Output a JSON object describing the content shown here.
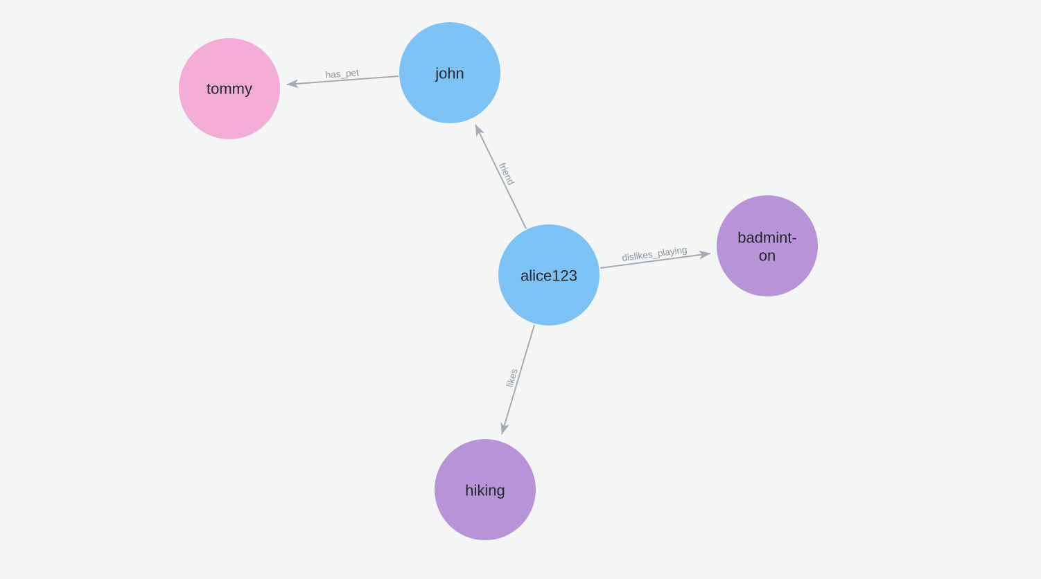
{
  "canvas": {
    "background": "#f4f5f5"
  },
  "colors": {
    "person_node": "#7dc2f5",
    "pet_node": "#f3acd6",
    "topic_node": "#b794d7",
    "edge": "#a7aab4",
    "edge_label": "#8e929c",
    "node_label": "#24272d"
  },
  "graph": {
    "nodes": [
      {
        "id": "tommy",
        "label": "tommy"
      },
      {
        "id": "john",
        "label": "john"
      },
      {
        "id": "alice123",
        "label": "alice123"
      },
      {
        "id": "badminton",
        "label": "badminton",
        "display_lines": [
          "badmint-",
          "on"
        ]
      },
      {
        "id": "hiking",
        "label": "hiking"
      }
    ],
    "edges": [
      {
        "label": "has_pet",
        "from": "john",
        "to": "tommy"
      },
      {
        "label": "friend",
        "from": "alice123",
        "to": "john"
      },
      {
        "label": "dislikes_playing",
        "from": "alice123",
        "to": "badminton"
      },
      {
        "label": "likes",
        "from": "alice123",
        "to": "hiking"
      }
    ]
  }
}
